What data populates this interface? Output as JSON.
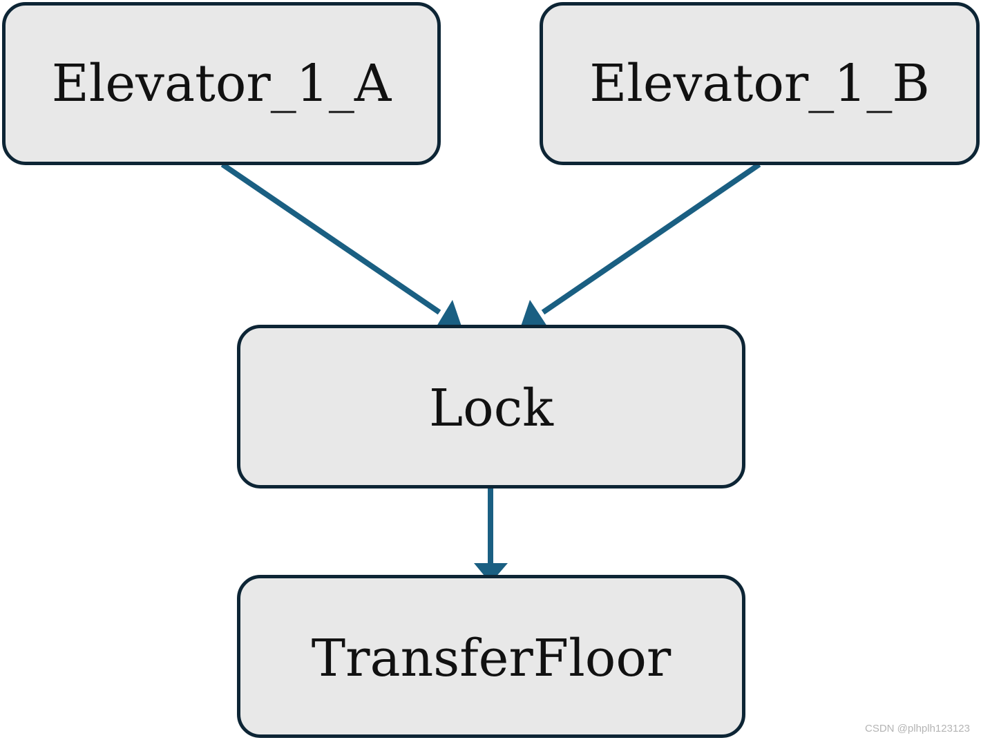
{
  "diagram": {
    "nodes": [
      {
        "id": "elevator_1_a",
        "label": "Elevator_1_A"
      },
      {
        "id": "elevator_1_b",
        "label": "Elevator_1_B"
      },
      {
        "id": "lock",
        "label": "Lock"
      },
      {
        "id": "transfer_floor",
        "label": "TransferFloor"
      }
    ],
    "edges": [
      {
        "from": "elevator_1_a",
        "to": "lock"
      },
      {
        "from": "elevator_1_b",
        "to": "lock"
      },
      {
        "from": "lock",
        "to": "transfer_floor"
      }
    ],
    "colors": {
      "node_fill": "#e8e8e8",
      "node_border": "#0d2535",
      "edge": "#1a5f82",
      "text": "#111111"
    }
  },
  "watermark": "CSDN @plhplh123123"
}
